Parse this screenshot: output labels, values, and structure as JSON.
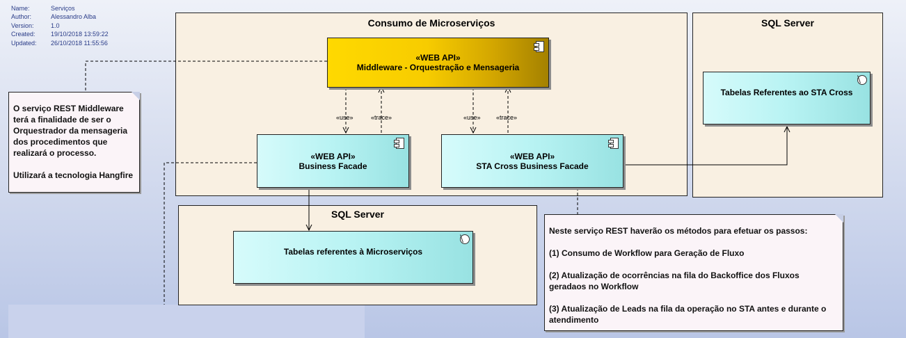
{
  "metadata": {
    "rows": [
      {
        "key": "Name:",
        "value": "Serviços"
      },
      {
        "key": "Author:",
        "value": "Alessandro Alba"
      },
      {
        "key": "Version:",
        "value": "1.0"
      },
      {
        "key": "Created:",
        "value": "19/10/2018 13:59:22"
      },
      {
        "key": "Updated:",
        "value": "26/10/2018 11:55:56"
      }
    ]
  },
  "packages": {
    "consumo": {
      "title": "Consumo de Microserviços"
    },
    "sql_right": {
      "title": "SQL Server"
    },
    "sql_bottom": {
      "title": "SQL Server"
    }
  },
  "components": {
    "middleware": {
      "stereotype": "«WEB API»",
      "name": "Middleware - Orquestração e Mensageria"
    },
    "business_facade": {
      "stereotype": "«WEB API»",
      "name": "Business Facade"
    },
    "sta_facade": {
      "stereotype": "«WEB API»",
      "name": "STA Cross Business Facade"
    },
    "tabelas_sta": {
      "name": "Tabelas Referentes ao STA Cross"
    },
    "tabelas_micro": {
      "name": "Tabelas referentes à Microserviços"
    }
  },
  "connectors": {
    "use1": "«use»",
    "trace1": "«trace»",
    "use2": "«use»",
    "trace2": "«trace»"
  },
  "notes": {
    "middleware_note": {
      "p1": "O serviço REST Middleware terá a finalidade de ser o Orquestrador da mensageria dos procedimentos que realizará o processo.",
      "p2": "Utilizará a tecnologia Hangfire"
    },
    "facade_note": {
      "l1": "Neste serviço REST haverão os métodos para efetuar os passos:",
      "l2": "(1) Consumo de Workflow para Geração de Fluxo",
      "l3": "(2) Atualização de ocorrências na fila do Backoffice dos Fluxos geradaos no Workflow",
      "l4": "(3) Atualização de Leads na fila da operação no STA antes e durante o atendimento"
    }
  }
}
